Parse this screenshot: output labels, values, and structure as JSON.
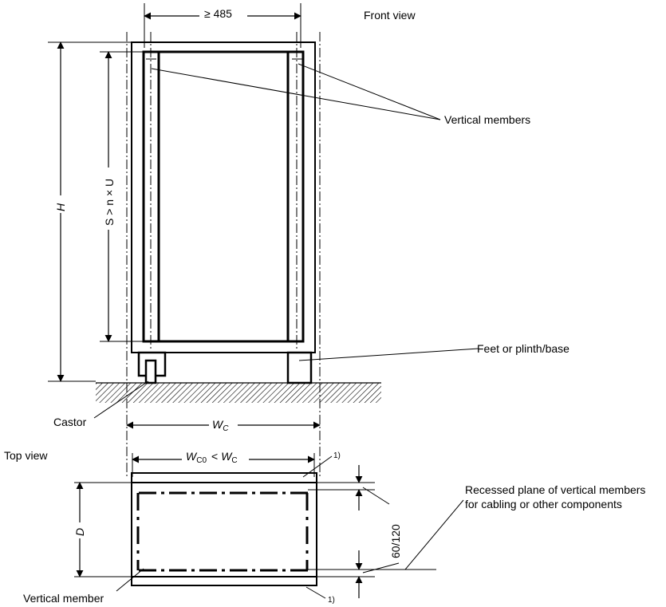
{
  "front": {
    "title": "Front view",
    "min_width_label": "≥ 485",
    "height_label": "H",
    "space_label": "S > n × U",
    "vertical_members_label": "Vertical members",
    "feet_label": "Feet or plinth/base",
    "castor_label": "Castor",
    "width_label_main": "W",
    "width_label_sub": "C"
  },
  "top": {
    "title": "Top view",
    "wc0_main": "W",
    "wc0_sub": "C0",
    "less_than": "<",
    "wc_main": "W",
    "wc_sub": "C",
    "depth_label": "D",
    "recess_label": "60/120",
    "recessed_line1": "Recessed plane of vertical members",
    "recessed_line2": "for cabling or other components",
    "vertical_member_label": "Vertical member",
    "footnote_marker": "1)"
  }
}
